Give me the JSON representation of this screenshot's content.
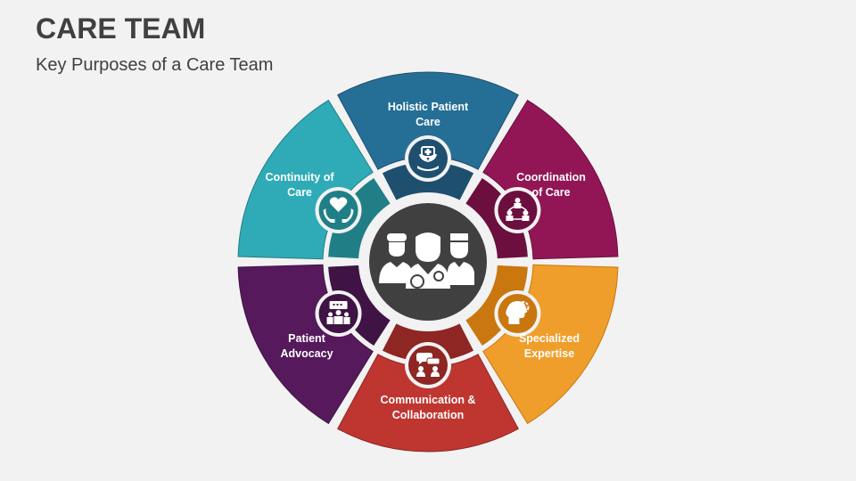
{
  "header": {
    "title": "CARE TEAM",
    "subtitle": "Key Purposes of a Care Team"
  },
  "center": {
    "icon": "medical-team-icon",
    "color": "#404040"
  },
  "segments": [
    {
      "label_line1": "Holistic Patient",
      "label_line2": "Care",
      "icon": "holistic-care-icon",
      "color": "#256f96",
      "dark": "#1f4f6e"
    },
    {
      "label_line1": "Coordination",
      "label_line2": "of Care",
      "icon": "coordination-network-icon",
      "color": "#921655",
      "dark": "#6c0f3e"
    },
    {
      "label_line1": "Specialized",
      "label_line2": "Expertise",
      "icon": "head-gear-icon",
      "color": "#f09e2b",
      "dark": "#c9770e"
    },
    {
      "label_line1": "Communication &",
      "label_line2": "Collaboration",
      "icon": "chat-people-icon",
      "color": "#bf3631",
      "dark": "#8e2624"
    },
    {
      "label_line1": "Patient",
      "label_line2": "Advocacy",
      "icon": "advocacy-group-icon",
      "color": "#561a5c",
      "dark": "#3f1344"
    },
    {
      "label_line1": "Continuity of",
      "label_line2": "Care",
      "icon": "heart-hands-icon",
      "color": "#2fabb7",
      "dark": "#207f86"
    }
  ]
}
